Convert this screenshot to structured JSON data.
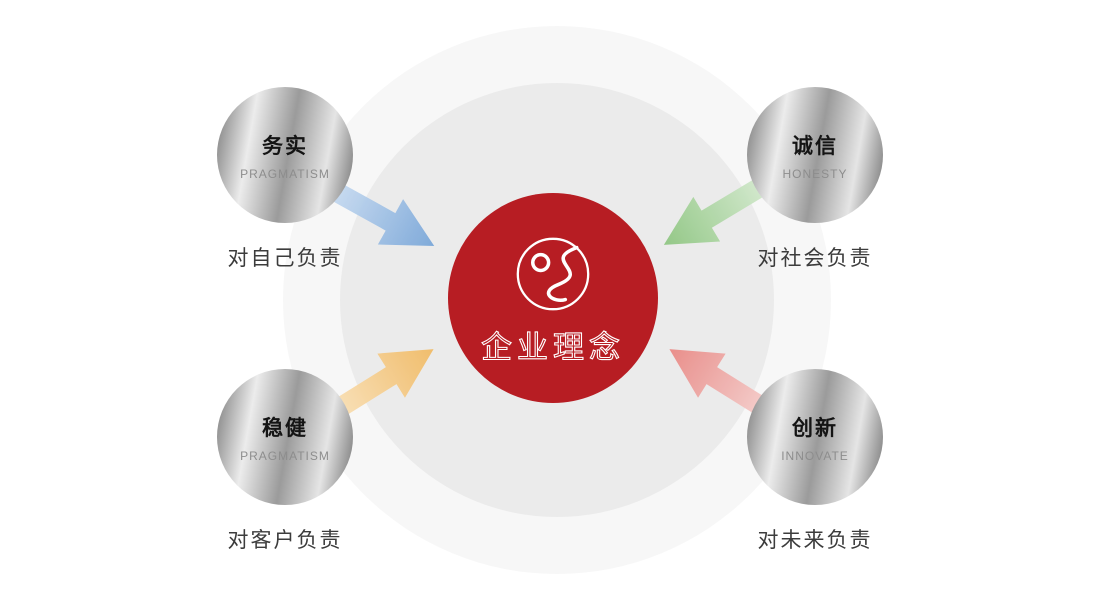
{
  "center": {
    "title": "企业理念",
    "bg_color": "#b71d23",
    "logo": "brand-s-circle-logo"
  },
  "nodes": [
    {
      "zh": "务实",
      "en": "PRAGMATISM",
      "caption": "对自己负责",
      "arrow": {
        "from": "#cfe0f3",
        "to": "#7aa7d9",
        "color_name": "blue"
      }
    },
    {
      "zh": "诚信",
      "en": "HONESTY",
      "caption": "对社会负责",
      "arrow": {
        "from": "#d8ecd3",
        "to": "#8fc682",
        "color_name": "green"
      }
    },
    {
      "zh": "稳健",
      "en": "PRAGMATISM",
      "caption": "对客户负责",
      "arrow": {
        "from": "#fae3bd",
        "to": "#f1bb66",
        "color_name": "orange"
      }
    },
    {
      "zh": "创新",
      "en": "INNOVATE",
      "caption": "对未来负责",
      "arrow": {
        "from": "#f6d4d2",
        "to": "#e98a86",
        "color_name": "red"
      }
    }
  ]
}
